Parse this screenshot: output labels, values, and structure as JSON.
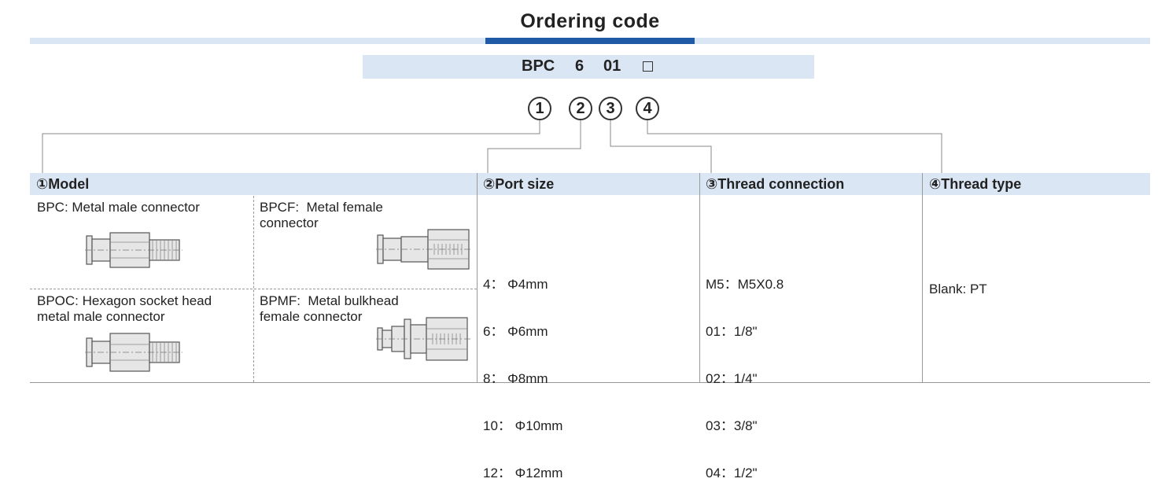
{
  "title": "Ordering code",
  "colors": {
    "accent": "#1f5aa6",
    "band": "#dbe6f4",
    "text": "#222222"
  },
  "code": {
    "seg1": "BPC",
    "seg2": "6",
    "seg3": "01"
  },
  "circles": [
    "1",
    "2",
    "3",
    "4"
  ],
  "headers": {
    "model": "①Model",
    "port_size": "②Port size",
    "thread_connection": "③Thread connection",
    "thread_type": "④Thread type"
  },
  "models": [
    {
      "label": "BPC: Metal male connector",
      "icon": "male-connector-icon"
    },
    {
      "label": "BPCF:  Metal female\nconnector",
      "icon": "female-connector-icon"
    },
    {
      "label": "BPOC: Hexagon socket head\nmetal male connector",
      "icon": "hex-male-connector-icon"
    },
    {
      "label": "BPMF:  Metal bulkhead\nfemale connector",
      "icon": "bulkhead-female-connector-icon"
    }
  ],
  "port_sizes": [
    "4： Φ4mm",
    "6： Φ6mm",
    "8： Φ8mm",
    "10： Φ10mm",
    "12： Φ12mm"
  ],
  "thread_connections": [
    "M5：M5X0.8",
    "01：1/8\"",
    "02：1/4\"",
    "03：3/8\"",
    "04：1/2\""
  ],
  "thread_types": [
    "Blank: PT"
  ]
}
